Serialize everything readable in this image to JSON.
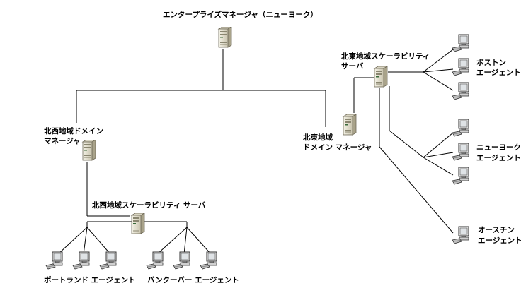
{
  "labels": {
    "enterprise_manager": "エンタープライズマネージャ（ニューヨーク）",
    "nw_domain_manager_1": "北西地域ドメイン",
    "nw_domain_manager_2": "マネージャ",
    "ne_domain_manager_1": "北東地域",
    "ne_domain_manager_2": "ドメイン マネージャ",
    "ne_scalability_server_1": "北東地域スケーラビリティ",
    "ne_scalability_server_2": "サーバ",
    "nw_scalability_server": "北西地域スケーラビリティ サーバ",
    "boston_agents_1": "ボストン",
    "boston_agents_2": "エージェント",
    "newyork_agents_1": "ニューヨーク",
    "newyork_agents_2": "エージェント",
    "austin_agents_1": "オースチン",
    "austin_agents_2": "エージェント",
    "portland_agents": "ポートランド エージェント",
    "vancouver_agents": "バンクーバー エージェント"
  },
  "colors": {
    "line": "#000000",
    "server_body": "#e9e6d6",
    "server_edge": "#6f6a58",
    "monitor_screen": "#dfe3e6"
  },
  "icons": {
    "server": "server-tower-icon",
    "workstation": "computer-workstation-icon"
  }
}
